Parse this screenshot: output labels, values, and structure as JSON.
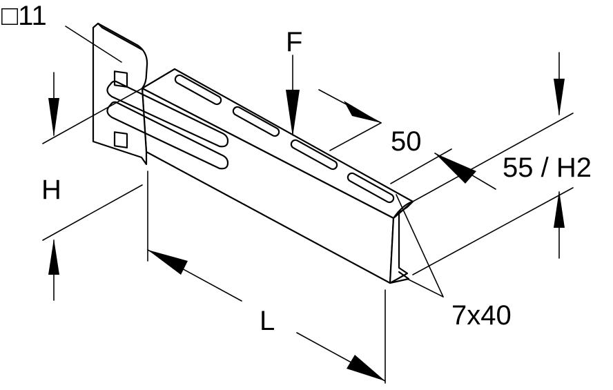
{
  "diagram": {
    "labels": {
      "square_hole": "□11",
      "force": "F",
      "width": "50",
      "height_h2": "55 / H2",
      "height": "H",
      "length": "L",
      "slot": "7x40"
    },
    "colors": {
      "stroke": "#000000",
      "background": "#ffffff"
    }
  }
}
